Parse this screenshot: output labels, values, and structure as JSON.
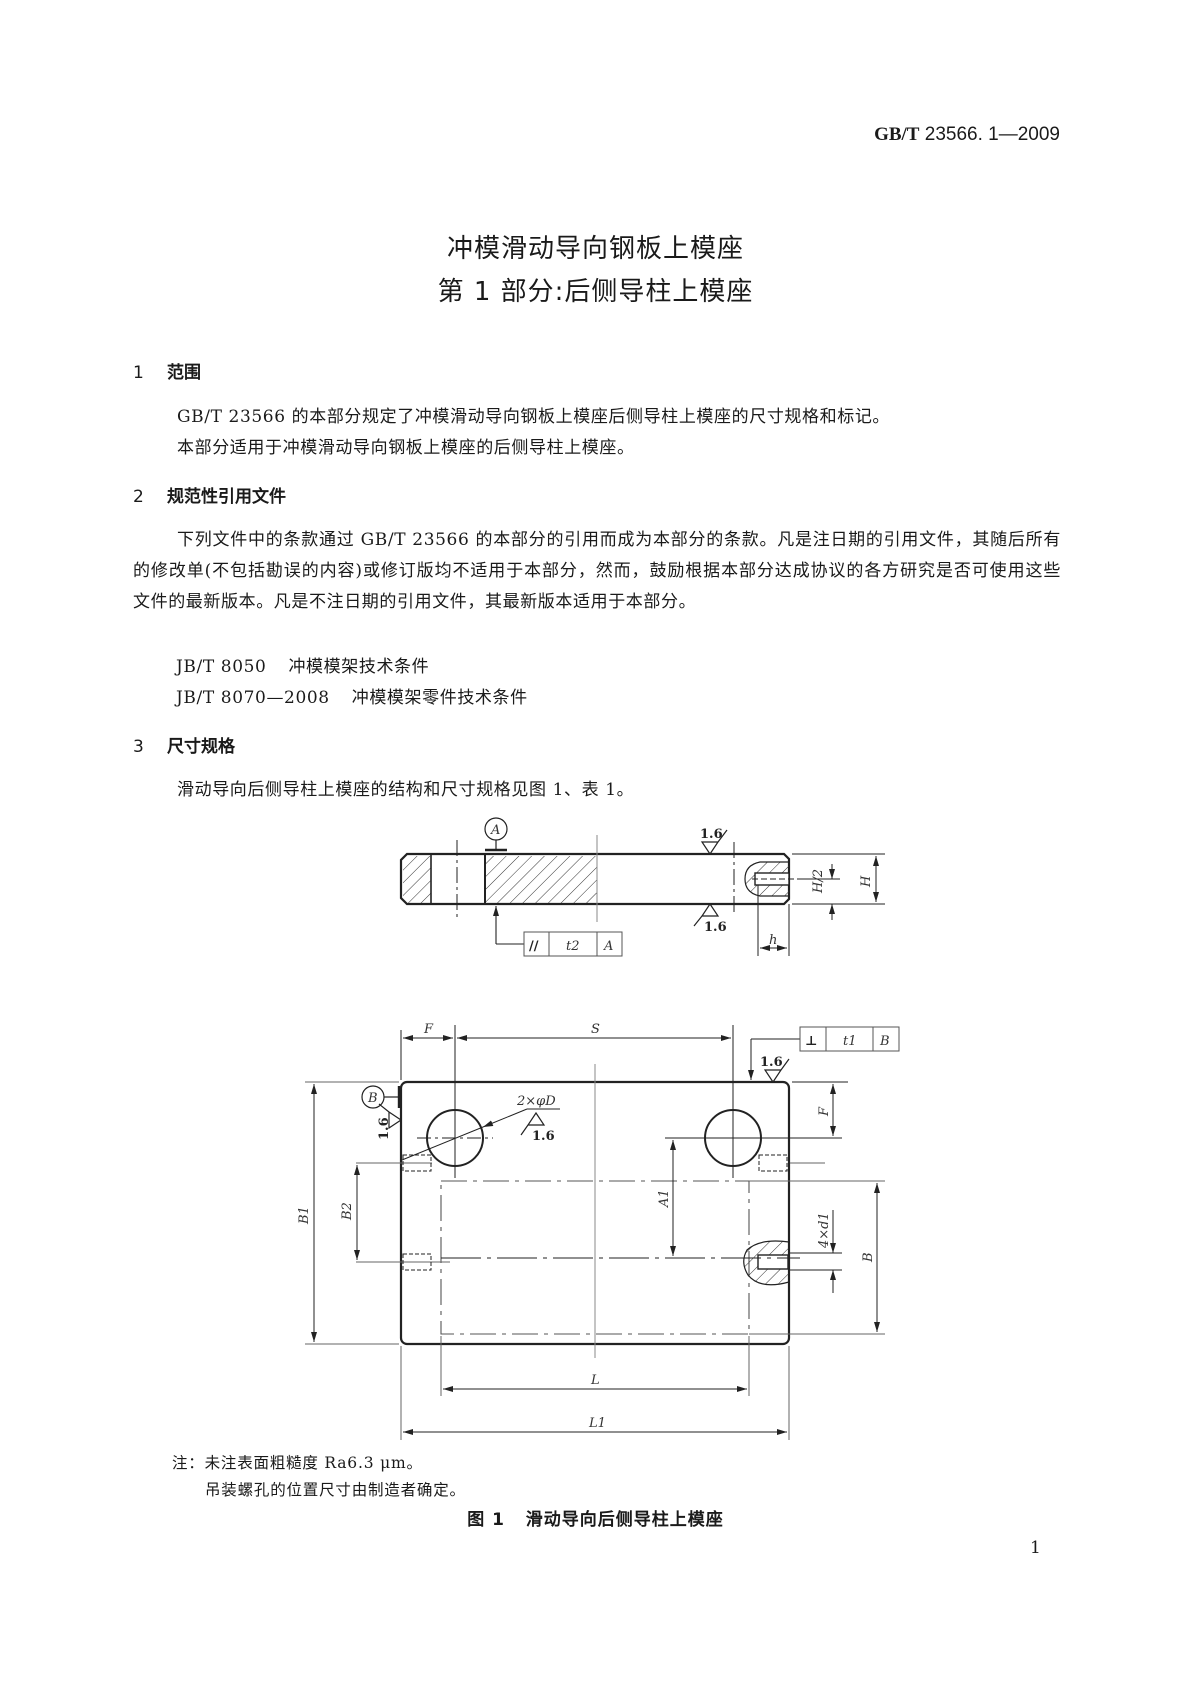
{
  "header": {
    "standard_prefix": "GB/T",
    "standard_number": "23566. 1—2009"
  },
  "title": {
    "line1": "冲模滑动导向钢板上模座",
    "line2": "第 1 部分:后侧导柱上模座"
  },
  "sections": [
    {
      "number": "1",
      "heading": "范围",
      "paragraphs": [
        "GB/T 23566 的本部分规定了冲模滑动导向钢板上模座后侧导柱上模座的尺寸规格和标记。",
        "本部分适用于冲模滑动导向钢板上模座的后侧导柱上模座。"
      ]
    },
    {
      "number": "2",
      "heading": "规范性引用文件",
      "paragraphs": [
        "下列文件中的条款通过 GB/T 23566 的本部分的引用而成为本部分的条款。凡是注日期的引用文件，其随后所有的修改单(不包括勘误的内容)或修订版均不适用于本部分，然而，鼓励根据本部分达成协议的各方研究是否可使用这些文件的最新版本。凡是不注日期的引用文件，其最新版本适用于本部分。"
      ],
      "references": [
        {
          "code": "JB/T 8050",
          "title": "冲模模架技术条件"
        },
        {
          "code": "JB/T 8070—2008",
          "title": "冲模模架零件技术条件"
        }
      ]
    },
    {
      "number": "3",
      "heading": "尺寸规格",
      "paragraphs": [
        "滑动导向后侧导柱上模座的结构和尺寸规格见图 1、表 1。"
      ]
    }
  ],
  "figure": {
    "side_view": {
      "datum_a": "A",
      "roughness_top": "1.6",
      "roughness_bottom": "1.6",
      "tolerance_frame": {
        "symbol": "//",
        "value": "t2",
        "datum": "A"
      },
      "dim_half_height": "H/2",
      "dim_height": "H",
      "dim_h": "h"
    },
    "plan_view": {
      "dim_f_top": "F",
      "dim_s": "S",
      "tolerance_frame": {
        "symbol": "⊥",
        "value": "t1",
        "datum": "B"
      },
      "roughness_top": "1.6",
      "datum_b": "B",
      "roughness_left": "1.6",
      "hole_callout": "2×φD",
      "hole_roughness": "1.6",
      "dim_f_right": "F",
      "dim_a1": "A1",
      "dim_b1": "B1",
      "dim_b2": "B2",
      "dim_threads": "4×d1",
      "dim_b": "B",
      "dim_l": "L",
      "dim_l1": "L1"
    },
    "notes_label": "注：",
    "notes": [
      "未注表面粗糙度 Ra6.3 μm。",
      "吊装螺孔的位置尺寸由制造者确定。"
    ],
    "caption_number": "图 1",
    "caption_text": "滑动导向后侧导柱上模座"
  },
  "page_number": "1"
}
